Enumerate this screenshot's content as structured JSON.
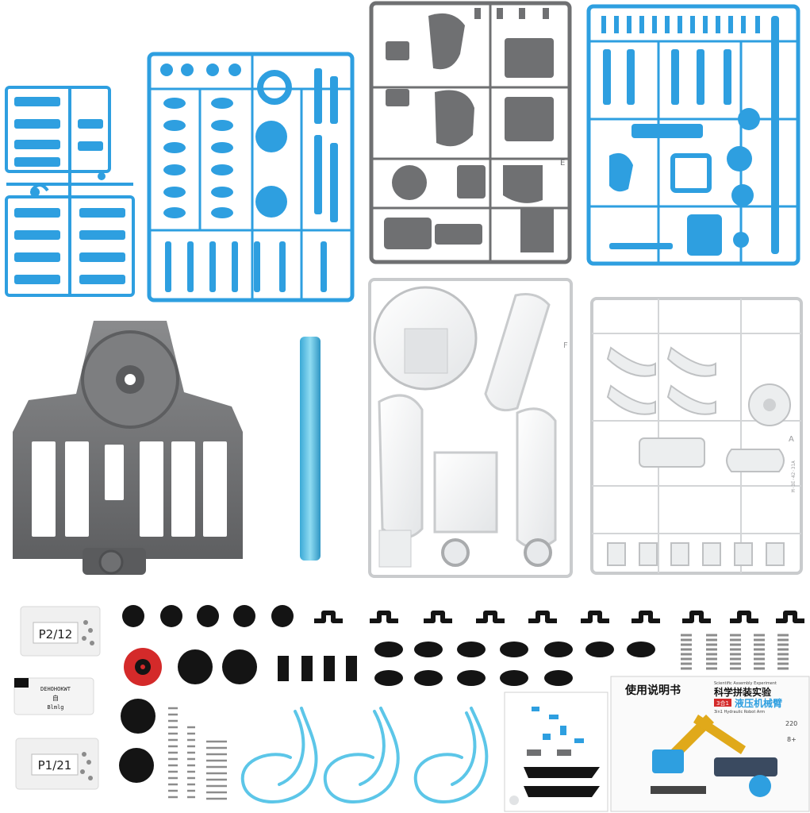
{
  "colors": {
    "blue_plastic": "#2e9fe0",
    "blue_light": "#55b6ea",
    "grey_plastic": "#6f7072",
    "grey_light": "#9a9b9d",
    "white_plastic": "#f4f5f6",
    "white_edge": "#c9cbcd",
    "rubber_black": "#141414",
    "red_cap": "#d42a2a",
    "tube_cyan": "#5cc6e8",
    "spring_metal": "#8c8c8c"
  },
  "bags": {
    "p2": "P2/12",
    "p1": "P1/21",
    "note_line1": "DEHOHOKWT",
    "note_line2": "自",
    "note_line3": "Blmlg"
  },
  "manual": {
    "title_cn": "使用说明书",
    "box_line1": "Scientific Assembly Experiment",
    "box_title_cn_1": "科学拼装实验",
    "box_badge": "3合1",
    "box_title_cn_2": "液压机械臂",
    "box_subtitle": "3in1 Hydraulic Robot Arm",
    "box_count": "220",
    "box_age": "8+"
  },
  "sheet_labels": {
    "grey_sheet": "E",
    "white_sheet_left": "F",
    "white_sheet_right": "A",
    "white_sheet_right_side": "M·3E·42·31A"
  }
}
